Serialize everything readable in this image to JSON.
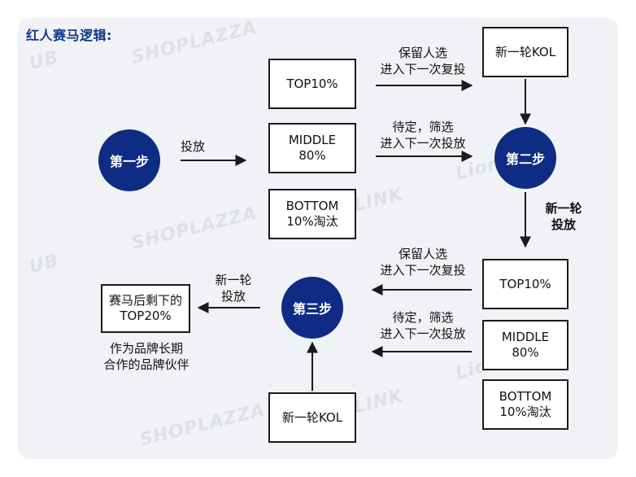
{
  "title": "红人赛马逻辑:",
  "steps": {
    "step1": "第一步",
    "step2": "第二步",
    "step3": "第三步"
  },
  "group1": {
    "top": "TOP10%",
    "middle": "MIDDLE\n80%",
    "bottom": "BOTTOM\n10%淘汰"
  },
  "group2": {
    "top": "TOP10%",
    "middle": "MIDDLE\n80%",
    "bottom": "BOTTOM\n10%淘汰"
  },
  "boxes": {
    "new_kol_top": "新一轮KOL",
    "new_kol_bottom": "新一轮KOL",
    "final": "赛马后剩下的\nTOP20%"
  },
  "labels": {
    "deliver": "投放",
    "keep1": "保留人选\n进入下一次复投",
    "pending1": "待定，筛选\n进入下一次投放",
    "new_round_right": "新一轮\n投放",
    "keep2": "保留人选\n进入下一次复投",
    "pending2": "待定，筛选\n进入下一次投放",
    "new_round_left": "新一轮\n投放",
    "partner": "作为品牌长期\n合作的品牌伙伴"
  },
  "watermarks": [
    "SHOPLAZZA",
    "SHOPLAZZA",
    "SHOPLAZZA",
    "UB",
    "UB",
    "Lion",
    "Lion",
    "YOOLINK",
    "YOOLINK"
  ]
}
